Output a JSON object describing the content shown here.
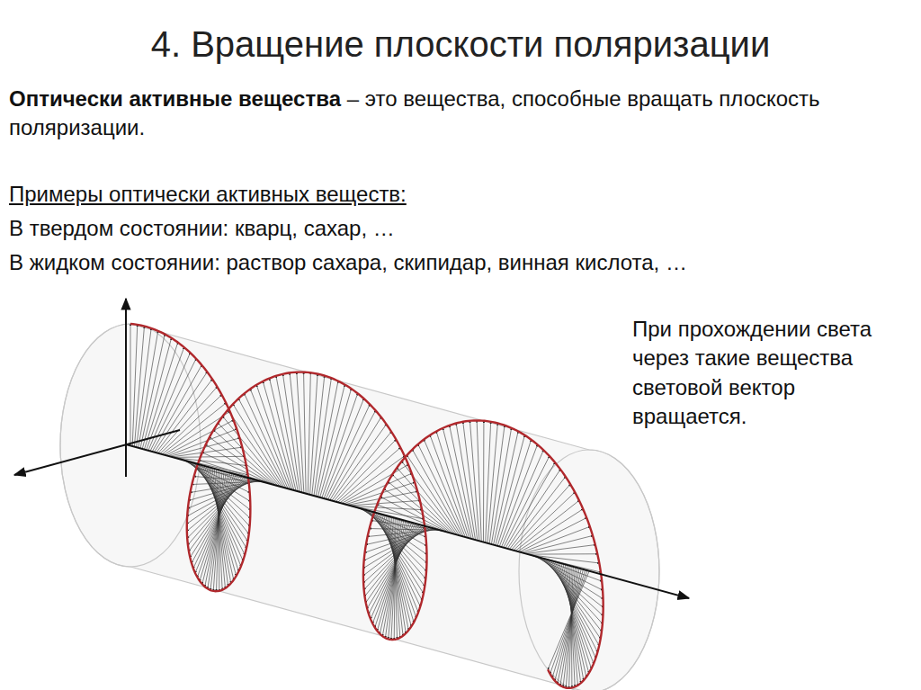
{
  "diagram": {
    "title": "4. Вращение плоскости поляризации",
    "labels": [
      "Оптически активные вещества",
      "– это вещества, способные вращать плоскость поляризации.",
      "Примеры оптически активных веществ:",
      "В твердом состоянии: кварц, сахар, …",
      "В жидком состоянии: раствор сахара, скипидар, винная кислота, …",
      "При прохождении света через такие вещества световой вектор вращается."
    ]
  }
}
